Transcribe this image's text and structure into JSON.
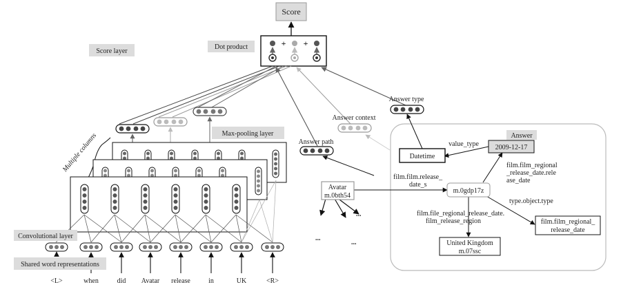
{
  "labels": {
    "score": "Score",
    "dot_product": "Dot product",
    "score_layer": "Score layer",
    "max_pooling_layer": "Max-pooling layer",
    "multiple_columns": "Multiple columns",
    "convolutional_layer": "Convolutional layer",
    "shared_word_representations": "Shared word representations",
    "answer_path": "Answer path",
    "answer_context": "Answer context",
    "answer_type": "Answer type",
    "answer": "Answer",
    "plus": "+",
    "ellipsis": "..."
  },
  "words": [
    "<L>",
    "when",
    "did",
    "Avatar",
    "release",
    "in",
    "UK",
    "<R>"
  ],
  "kg": {
    "avatar_line1": "Avatar",
    "avatar_line2": "m.0bth54",
    "cvt_node": "m.0gdp17z",
    "datetime": "Datetime",
    "answer_value": "2009-12-17",
    "uk_line1": "United Kingdom",
    "uk_line2": "m.07ssc",
    "film_regional_line1": "film.film_regional_",
    "film_regional_line2": "release_date",
    "rel_release_date_s_line1": "film.film.release_",
    "rel_release_date_s_line2": "date_s",
    "rel_value_type": "value_type",
    "rel_release_date_line1": "film.film_regional",
    "rel_release_date_line2": "_release_date.rele",
    "rel_release_date_line3": "ase_date",
    "rel_region_line1": "film.file_regional_release_date.",
    "rel_region_line2": "film_release_region",
    "rel_type": "type.object.type"
  },
  "colors": {
    "black": "#111111",
    "dark_gray": "#555555",
    "mid_gray": "#8a8a8a",
    "light_gray": "#bdbdbd",
    "label_box": "#dcdcdc"
  }
}
